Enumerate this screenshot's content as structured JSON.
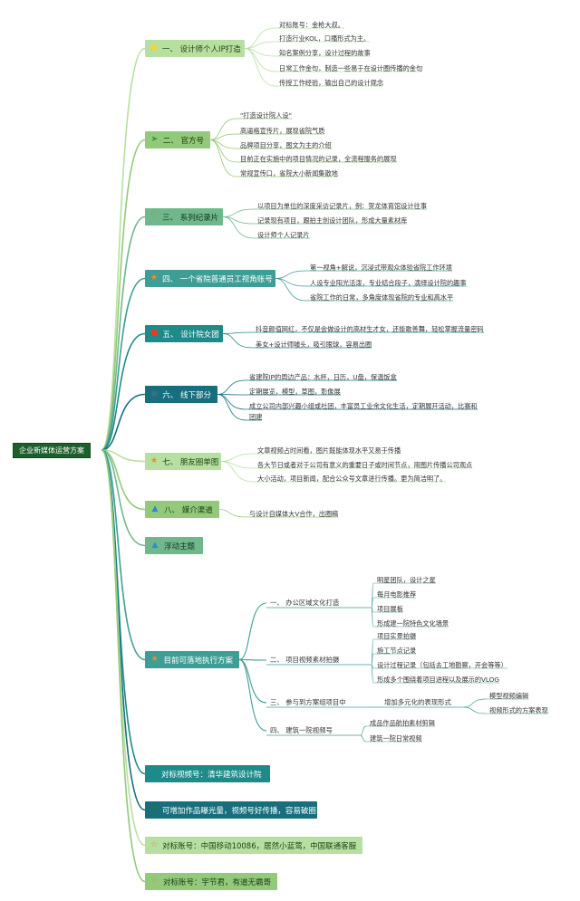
{
  "root": "企业新媒体运营方案",
  "branches": [
    {
      "label": "一、 设计师个人IP打造",
      "icon": "lightbulb-icon",
      "color": "#b7e0a0",
      "text": "#1e3d14",
      "items": [
        "对标账号：金枪大叔。",
        "打造行业KOL，口播形式为主。",
        "知名案例分享，设计过程的故事",
        "日常工作金句，制造一些易于在设计圈传播的金句",
        "传授工作经验，输出自己的设计观念"
      ]
    },
    {
      "label": "二、 官方号",
      "icon": "paper-plane-icon",
      "color": "#93c97a",
      "text": "#1e3d14",
      "items": [
        "\"打造设计院人设\"",
        "高逼格宣传片，展现省院气质",
        "品牌项目分享，图文为主的介绍",
        "目前正在实施中的项目情况的记录，全流程服务的展现",
        "常规宣传口，省院大小新闻集散地"
      ]
    },
    {
      "label": "三、 系列纪录片",
      "icon": "heart-icon",
      "color": "#6fb88c",
      "text": "#123220",
      "items": [
        "以项目为单位的深度采访记录片，例：贺龙体育馆设计往事",
        "记录现有项目，跟拍主创设计团队，形成大量素材库",
        "设计师个人记录片"
      ]
    },
    {
      "label": "四、 一个省院普通员工视角账号",
      "icon": "star-icon",
      "color": "#3e9e95",
      "text": "#ffffff",
      "items": [
        "第一视角+解说，沉浸式带观众体验省院工作环境",
        "人设专业阳光活泼，专业结合段子，演绎设计院的趣事",
        "省院工作的日常，多角度体现省院的专业和高水平"
      ]
    },
    {
      "label": "五、 设计院女团",
      "icon": "square-icon",
      "color": "#1f8a8a",
      "text": "#ffffff",
      "items": [
        "抖音颜值网红，不仅是会做设计的高材生才女，还能歌善舞，轻松掌握流量密码",
        "美女+设计师噱头，吸引眼球，容易出圈"
      ]
    },
    {
      "label": "六、 线下部分",
      "icon": "circle-icon",
      "color": "#176f7e",
      "text": "#ffffff",
      "items": [
        "省建院IP的周边产品：水杯，日历，U盘，保温饭盒",
        "定期展览，模型，草图，影像展",
        "成立公司内部兴趣小组或社团，丰富员工业余文化生活，定期展开活动，比赛和",
        "团建"
      ]
    },
    {
      "label": "七、 朋友圈单图",
      "icon": "star-icon",
      "color": "#b7e0a0",
      "text": "#1e3d14",
      "items": [
        "文章视频占时间看，图片既能体现水平又易于传播",
        "各大节日或者对于公司有意义的重要日子或时间节点，用图片传播公司观点",
        "大小活动，项目新闻，配合公众号文章进行传播。更为简洁明了。"
      ]
    },
    {
      "label": "八、 媒介渠道",
      "icon": "flame-icon",
      "color": "#93c97a",
      "text": "#1e3d14",
      "items": [
        "与设计自媒体大V合作，出圈稿"
      ]
    },
    {
      "label": "浮动主题",
      "icon": "flame-icon",
      "color": "#6fb88c",
      "text": "#123220",
      "items": []
    },
    {
      "label": "目前可落地执行方案",
      "icon": "star-icon",
      "color": "#3e9e95",
      "text": "#ffffff",
      "items": []
    },
    {
      "label": "对标视频号：清华建筑设计院",
      "icon": "",
      "color": "#1f8a8a",
      "text": "#ffffff",
      "items": []
    },
    {
      "label": "可增加作品曝光量，视频号好传播，容易破圈",
      "icon": "medal-icon",
      "color": "#176f7e",
      "text": "#ffffff",
      "items": []
    },
    {
      "label": "对标账号：中国移动10086，居然小蓝莺，中国联通客服",
      "icon": "star-outline-icon",
      "color": "#b7e0a0",
      "text": "#1e3d14",
      "items": []
    },
    {
      "label": "对标账号：宇节君，有道无霸哥",
      "icon": "star-outline-icon",
      "color": "#93c97a",
      "text": "#1e3d14",
      "items": []
    }
  ],
  "plan": {
    "subs": [
      {
        "label": "一、 办公区域文化打造",
        "items": [
          "明星团队，设计之星",
          "每月电影推荐",
          "项目展板",
          "形成建一院特色文化墙景"
        ]
      },
      {
        "label": "二、 项目视频素材拍摄",
        "items": [
          "项目实景拍摄",
          "施工节点记录",
          "设计过程记录（包括去工地勘察，开会等等）",
          "形成多个围绕着项目进程以及展示的VLOG"
        ]
      },
      {
        "label": "三、 参与到方案组项目中",
        "mid": "增加多元化的表现形式",
        "items": [
          "模型视频编辑",
          "视频形式的方案表现"
        ]
      },
      {
        "label": "四、 建筑一院视频号",
        "items": [
          "成品作品航拍素材剪辑",
          "建筑一院日常视频"
        ]
      }
    ]
  }
}
